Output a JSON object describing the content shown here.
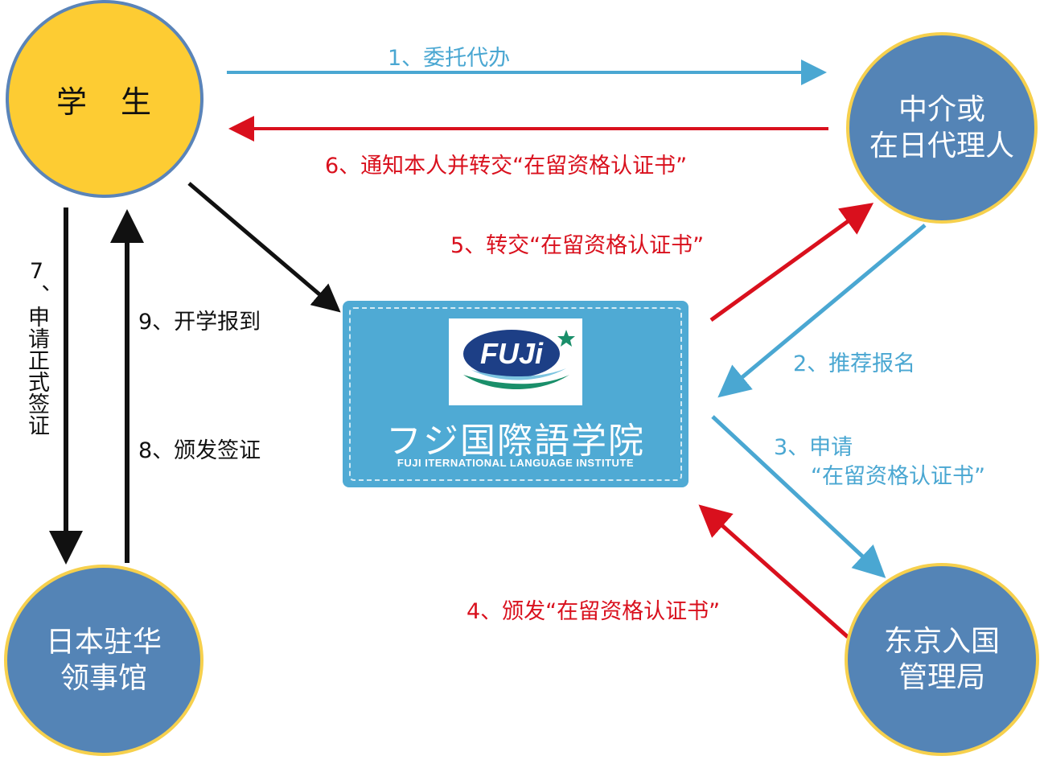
{
  "nodes": {
    "student": "学　生",
    "agent": "中介或\n在日代理人",
    "consulate": "日本驻华\n领事馆",
    "immigration": "东京入国\n管理局"
  },
  "school": {
    "logo_text": "FUJi",
    "name_jp": "フジ国際語学院",
    "name_en": "FUJI ITERNATIONAL LANGUAGE INSTITUTE"
  },
  "steps": {
    "s1": "1、委托代办",
    "s2": "2、推荐报名",
    "s3_line1": "3、申请",
    "s3_line2": "“在留资格认证书”",
    "s4": "4、颁发“在留资格认证书”",
    "s5": "5、转交“在留资格认证书”",
    "s6": "6、通知本人并转交“在留资格认证书”",
    "s7": "7、申请正式签证",
    "s8": "8、颁发签证",
    "s9": "9、开学报到"
  },
  "colors": {
    "blue": "#4aa7d2",
    "red": "#d9101d",
    "black": "#111111",
    "circle_blue": "#5484b6",
    "circle_yellow": "#fdcc33"
  }
}
